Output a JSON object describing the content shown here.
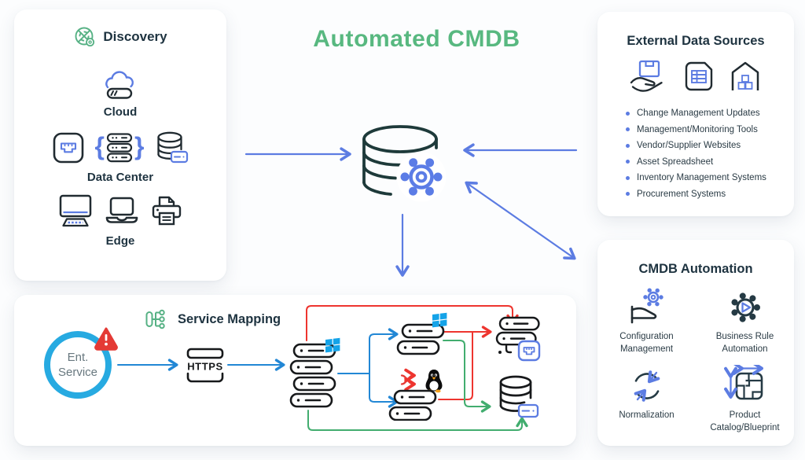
{
  "title": "Automated CMDB",
  "colors": {
    "title_green": "#58b880",
    "icon_green": "#56b184",
    "dark_icon": "#212b31",
    "arrow_periwinkle": "#5c7ce2",
    "entity_cyan": "#27aae1",
    "map_blue": "#2287d5",
    "map_red": "#ee352f",
    "map_green": "#42ad6f",
    "windows_blue": "#14a3e8",
    "warning_red": "#e43a35"
  },
  "discovery": {
    "title": "Discovery",
    "rack_braces": {
      "left": "{",
      "right": "}"
    },
    "groups": [
      {
        "label": "Cloud"
      },
      {
        "label": "Data Center"
      },
      {
        "label": "Edge"
      }
    ]
  },
  "external_data_sources": {
    "title": "External Data Sources",
    "items": [
      "Change Management Updates",
      "Management/Monitoring Tools",
      "Vendor/Supplier Websites",
      "Asset Spreadsheet",
      "Inventory Management Systems",
      "Procurement Systems"
    ]
  },
  "cmdb_automation": {
    "title": "CMDB Automation",
    "items": [
      {
        "label": "Configuration Management"
      },
      {
        "label": "Business Rule Automation"
      },
      {
        "label": "Normalization"
      },
      {
        "label": "Product Catalog/Blueprint"
      }
    ]
  },
  "service_mapping": {
    "title": "Service Mapping",
    "entity": {
      "line1": "Ent.",
      "line2": "Service"
    },
    "gateway_label": "HTTPS"
  }
}
